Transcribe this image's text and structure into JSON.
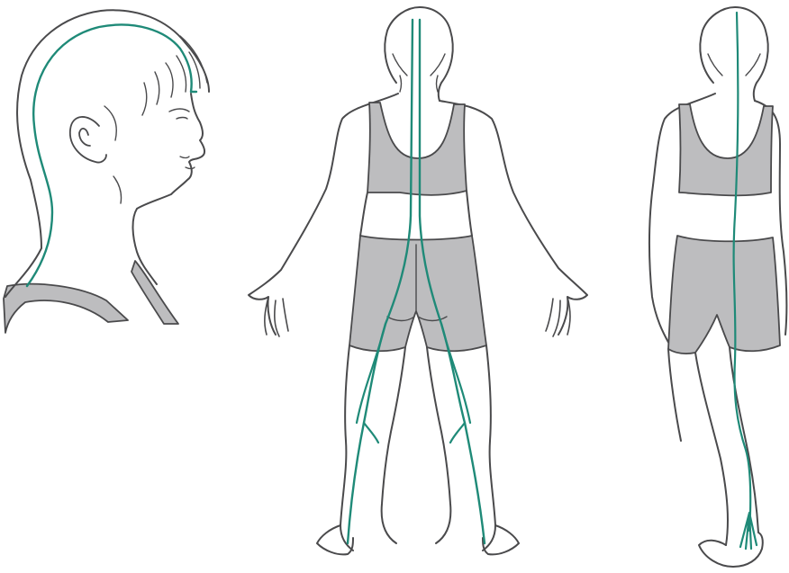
{
  "colors": {
    "background": "#ffffff",
    "outline": "#4a4a4c",
    "garment_fill": "#bdbdbf",
    "meridian_line": "#1f8a78"
  },
  "figures": [
    {
      "id": "head-side",
      "view": "side"
    },
    {
      "id": "body-back",
      "view": "back"
    },
    {
      "id": "body-back-three-quarter",
      "view": "back"
    }
  ]
}
